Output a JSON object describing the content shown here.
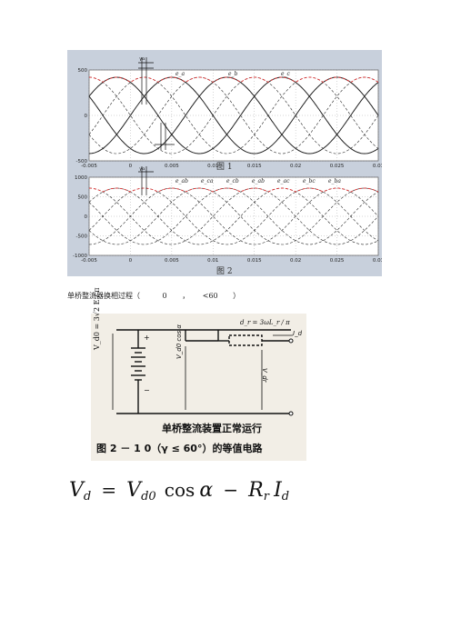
{
  "figure1": {
    "caption": "图 1",
    "y_ticks": [
      "500",
      "0",
      "-500"
    ],
    "x_ticks": [
      "-0.005",
      "0",
      "0.005",
      "0.01",
      "0.015",
      "0.02",
      "0.025",
      "0.03"
    ],
    "labels": [
      "e_a",
      "e_b",
      "e_c"
    ]
  },
  "figure2": {
    "caption": "图 2",
    "y_ticks": [
      "1000",
      "500",
      "0",
      "-500",
      "-1000"
    ],
    "x_ticks": [
      "-0.005",
      "0",
      "0.005",
      "0.01",
      "0.015",
      "0.02",
      "0.025",
      "0.03"
    ],
    "labels": [
      "e_ab",
      "e_ca",
      "e_cb",
      "e_ab",
      "e_ac",
      "e_bc",
      "e_ba"
    ]
  },
  "text_line": {
    "main": "单桥整流器换相过程（",
    "v1": "0",
    "sep": "，",
    "v2": "<60",
    "end": "）"
  },
  "circuit": {
    "vd0_label": "V_d0 =",
    "vd0_expr": "3√2 E / π",
    "source_plus": "+",
    "source_minus": "−",
    "dr_label": "d_r =",
    "dr_expr": "3ωL_r / π",
    "id_label": "I_d",
    "vd0cos_label": "V_d0 cos α",
    "vdr_label": "V_dr",
    "caption1": "单桥整流装置正常运行",
    "caption2": "图 2 － 1 0（γ ≤ 60°）的等值电路"
  },
  "formula": {
    "lhs": "V",
    "lhs_sub": "d",
    "eq": "=",
    "v": "V",
    "v_sub": "d0",
    "cos": "cos",
    "alpha": "α",
    "minus": "−",
    "r": "R",
    "r_sub": "r",
    "i": "I",
    "i_sub": "d"
  }
}
